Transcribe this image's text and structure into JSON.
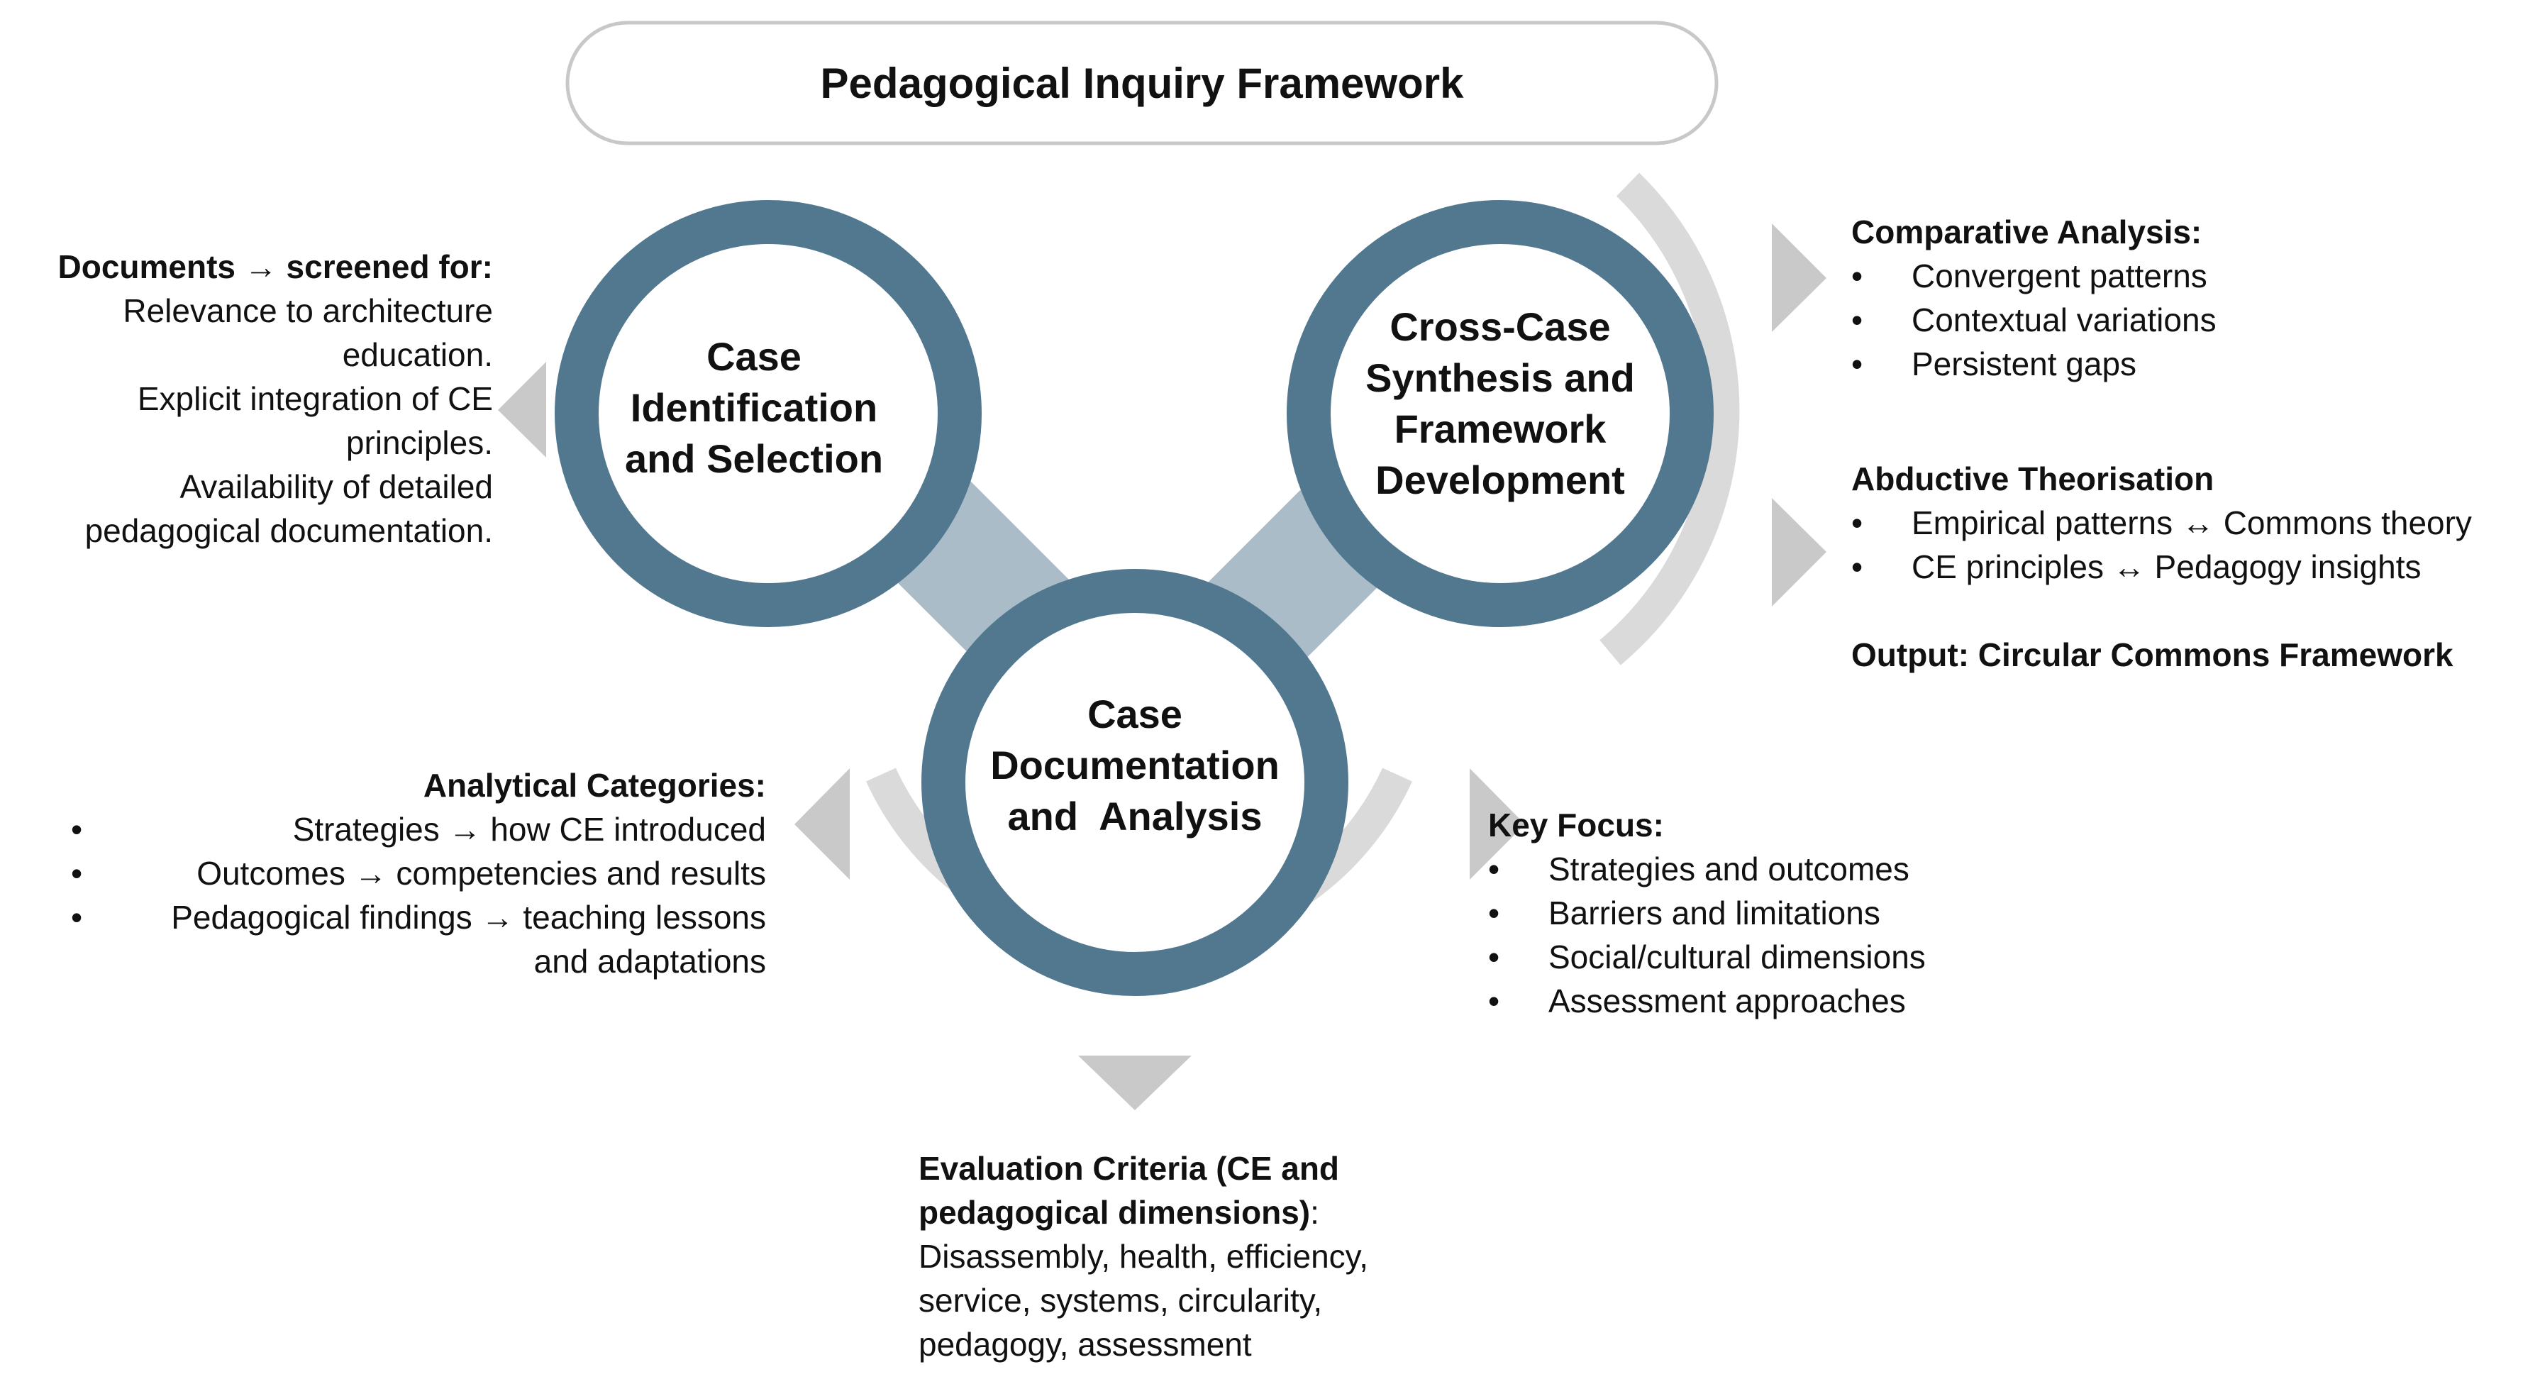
{
  "title": "Pedagogical Inquiry Framework",
  "stages": {
    "selection": {
      "lines": [
        "Case",
        "Identification",
        "and Selection"
      ]
    },
    "documentation": {
      "lines": [
        "Case",
        "Documentation",
        "and  Analysis"
      ]
    },
    "synthesis": {
      "lines": [
        "Cross-Case",
        "Synthesis and",
        "Framework",
        "Development"
      ]
    }
  },
  "screening": {
    "heading": "Documents → screened for:",
    "items": [
      [
        "Relevance to architecture",
        "education."
      ],
      [
        "Explicit integration of CE",
        "principles."
      ],
      [
        "Availability of detailed",
        "pedagogical documentation."
      ]
    ]
  },
  "analytical": {
    "heading": "Analytical Categories:",
    "items": [
      [
        "Strategies → how CE introduced"
      ],
      [
        "Outcomes → competencies and results"
      ],
      [
        "Pedagogical findings → teaching lessons",
        "and adaptations"
      ]
    ]
  },
  "key_focus": {
    "heading": "Key Focus:",
    "items": [
      "Strategies and outcomes",
      "Barriers and limitations",
      "Social/cultural dimensions",
      "Assessment approaches"
    ]
  },
  "comparative": {
    "heading": "Comparative Analysis:",
    "items": [
      "Convergent patterns",
      "Contextual variations",
      "Persistent gaps"
    ]
  },
  "abductive": {
    "heading": "Abductive Theorisation",
    "items": [
      "Empirical patterns ↔ Commons theory",
      "CE principles ↔ Pedagogy insights"
    ]
  },
  "output": "Output: Circular Commons Framework",
  "evaluation": {
    "heading_lines": [
      "Evaluation Criteria (CE and",
      "pedagogical dimensions)"
    ],
    "heading_suffix": ":",
    "body_lines": [
      "Disassembly, health, efficiency,",
      "service, systems, circularity,",
      "pedagogy, assessment"
    ]
  },
  "colors": {
    "ring": "#527890",
    "connector": "#a9bcc7",
    "connector_overlap": "#3f6a82",
    "arc": "#dadada",
    "arrow": "#c9c9c9",
    "title_border": "#c8c8c8"
  }
}
